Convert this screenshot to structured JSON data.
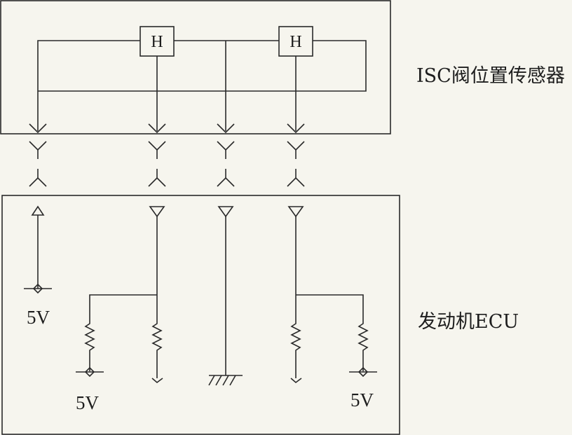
{
  "sensor": {
    "label": "ISC阀位置传感器",
    "element1": "H",
    "element2": "H"
  },
  "ecu": {
    "label": "发动机ECU",
    "supply_left_top": "5V",
    "supply_left_bottom": "5V",
    "supply_right_bottom": "5V"
  }
}
